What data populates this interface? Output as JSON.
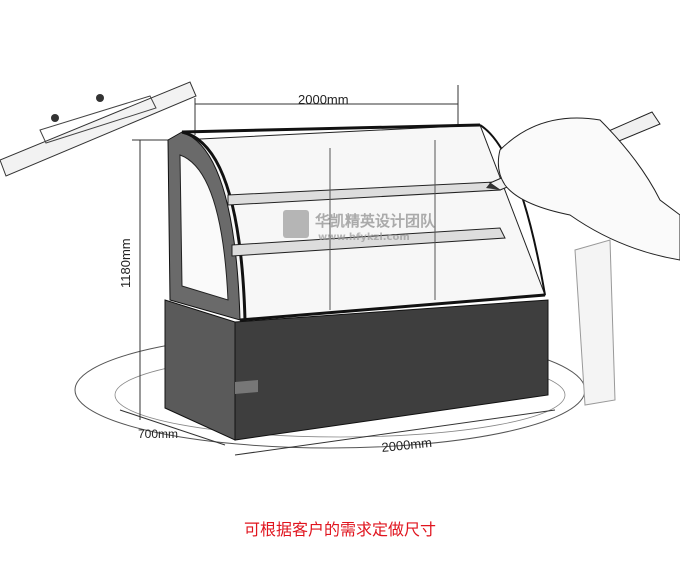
{
  "dimensions": {
    "top_width": "2000mm",
    "height": "1180mm",
    "depth": "700mm",
    "bottom_width": "2000mm"
  },
  "watermark": {
    "name": "华凯精英设计团队",
    "url": "www.hfykzl.com"
  },
  "caption": "可根据客户的需求定做尺寸",
  "colors": {
    "caption": "#e0141e",
    "sketch": "#222222",
    "watermark": "#9a9a9a"
  }
}
